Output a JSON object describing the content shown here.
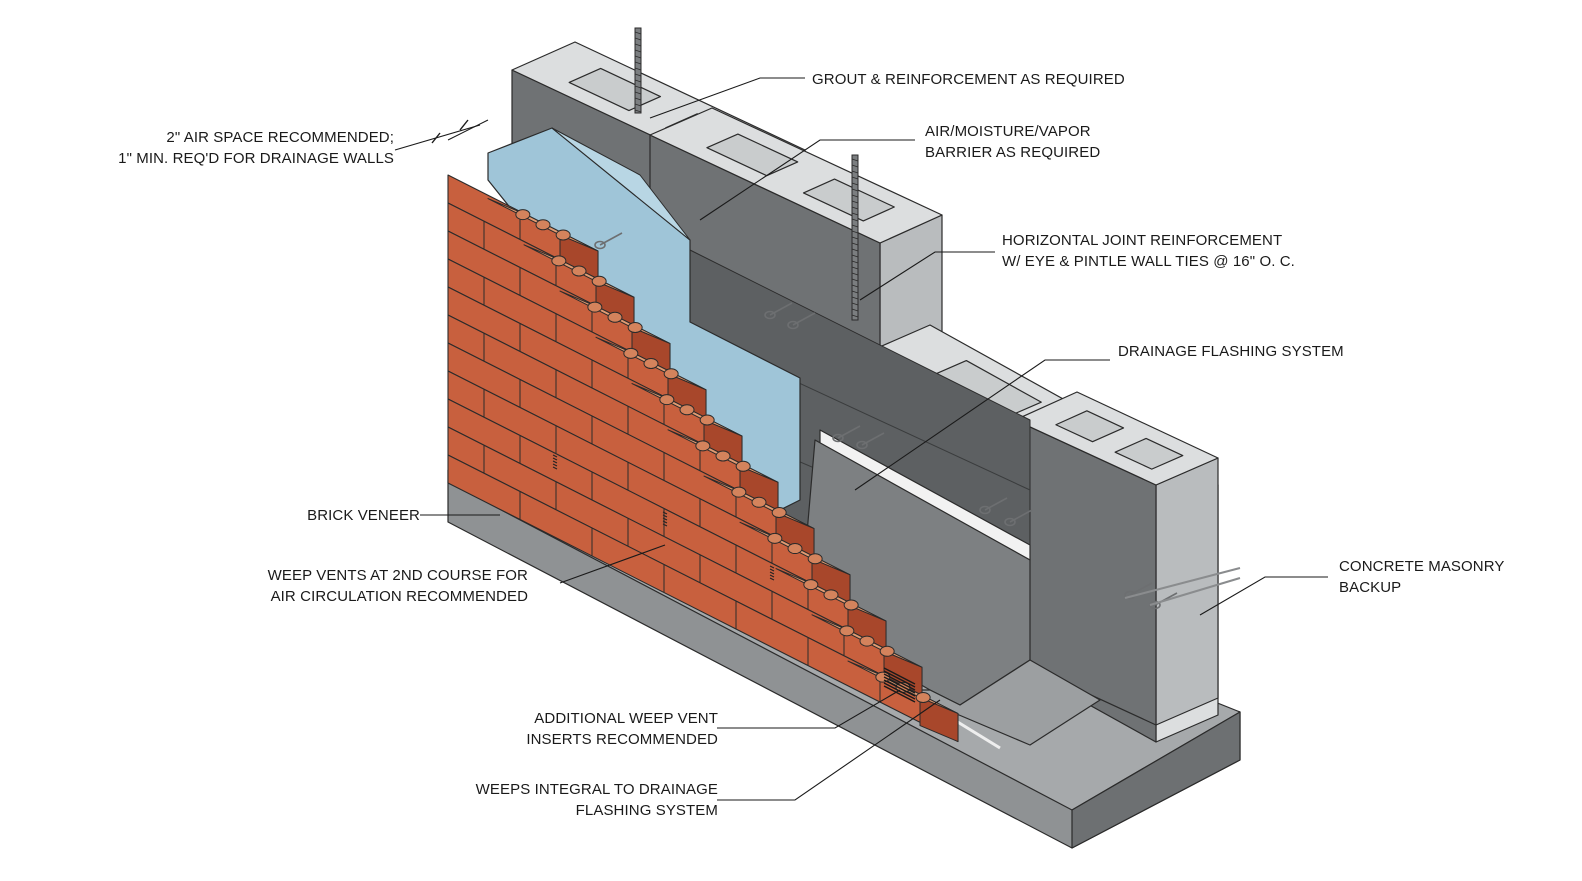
{
  "labels": {
    "grout": [
      "GROUT & REINFORCEMENT AS REQUIRED"
    ],
    "air_space": [
      "2\" AIR SPACE RECOMMENDED;",
      "1\" MIN. REQ'D FOR DRAINAGE WALLS"
    ],
    "barrier": [
      "AIR/MOISTURE/VAPOR",
      "BARRIER AS REQUIRED"
    ],
    "joint_reinforcement": [
      "HORIZONTAL JOINT REINFORCEMENT",
      "W/ EYE & PINTLE WALL TIES @ 16\" O. C."
    ],
    "flashing": [
      "DRAINAGE FLASHING SYSTEM"
    ],
    "brick_veneer": [
      "BRICK VENEER"
    ],
    "weep_vents": [
      "WEEP VENTS AT 2ND COURSE FOR",
      "AIR CIRCULATION RECOMMENDED"
    ],
    "cmu_backup": [
      "CONCRETE MASONRY",
      "BACKUP"
    ],
    "additional_weep": [
      "ADDITIONAL WEEP VENT",
      "INSERTS RECOMMENDED"
    ],
    "weeps_integral": [
      "WEEPS INTEGRAL TO DRAINAGE",
      "FLASHING SYSTEM"
    ]
  },
  "colors": {
    "brick_face": "#c8603e",
    "brick_top": "#e29b72",
    "brick_side": "#a8472b",
    "cmu_light": "#dcdedf",
    "cmu_mid": "#b9bcbe",
    "cmu_dark": "#6f7274",
    "barrier": "#9fc5d8",
    "foundation": "#8f9294",
    "outline": "#2b2b2b"
  }
}
